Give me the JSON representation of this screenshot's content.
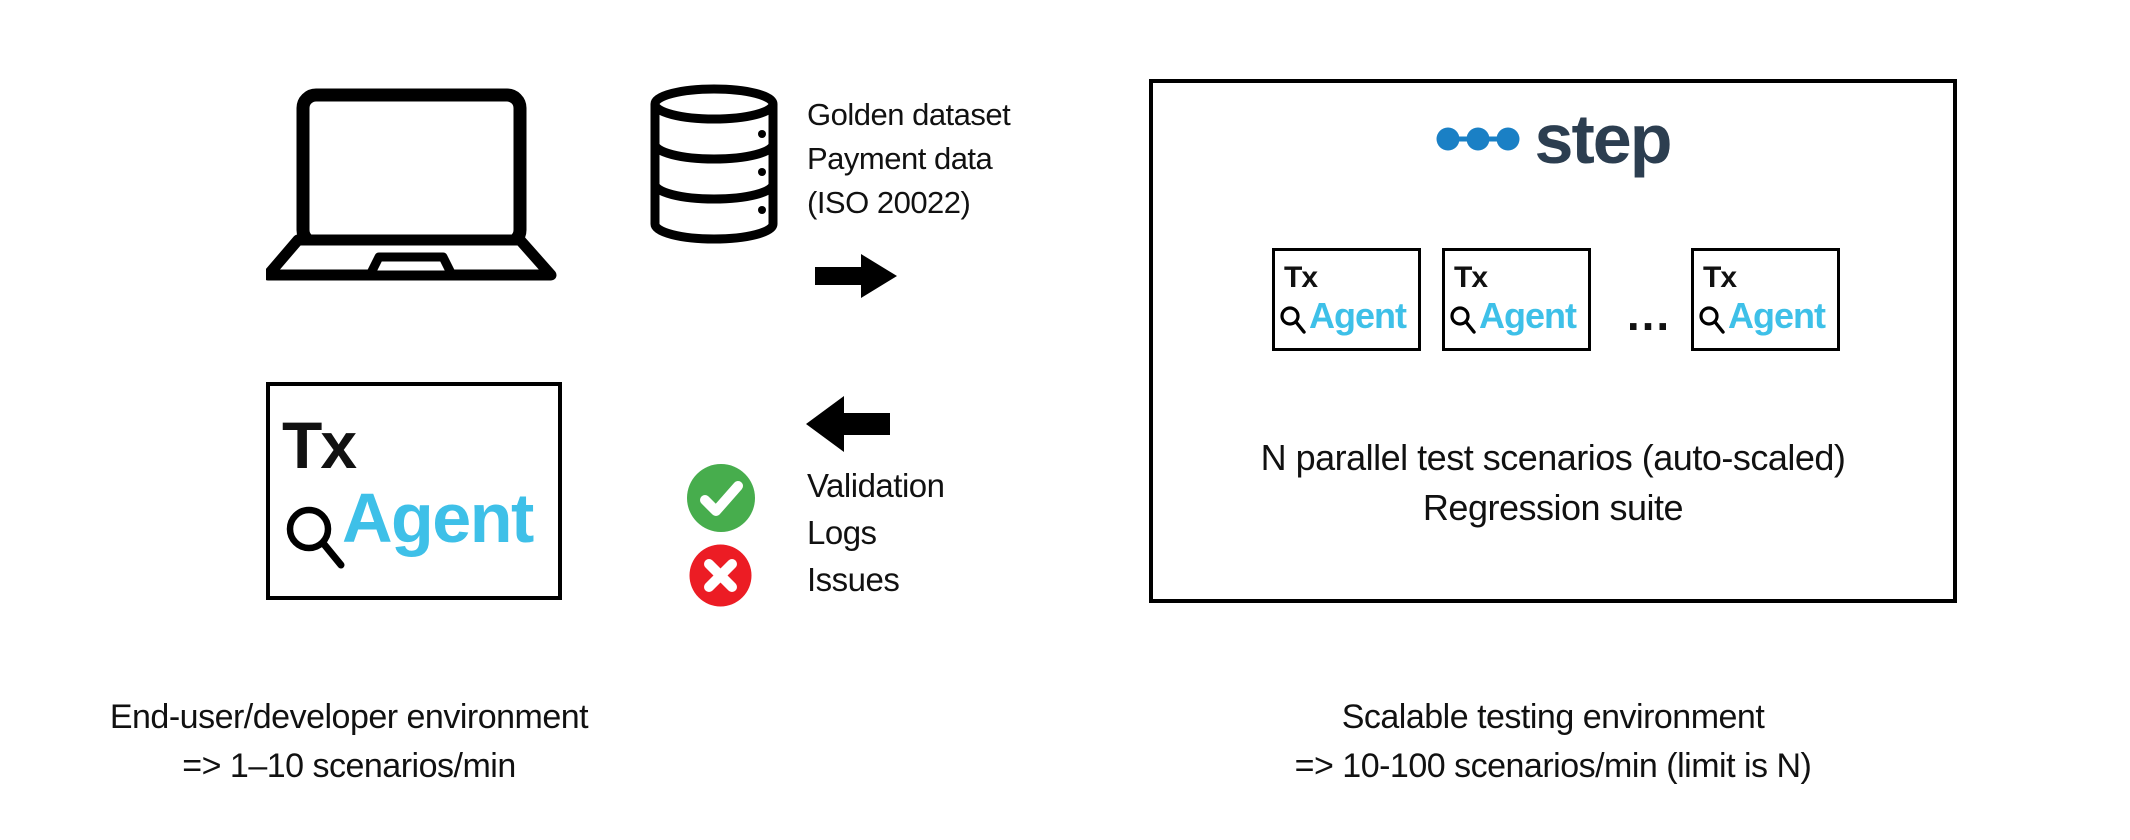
{
  "colors": {
    "agent_cyan": "#3ec0e8",
    "step_dot_blue": "#1a80c5",
    "step_text_navy": "#2c3e50",
    "success_green": "#47ad4d",
    "error_red": "#ec1c24",
    "ink_black": "#000000"
  },
  "left": {
    "dataset_label": {
      "line1": "Golden dataset",
      "line2": "Payment data",
      "line3": "(ISO 20022)"
    },
    "agent_logo": {
      "tx": "Tx",
      "agent": "Agent"
    },
    "outputs": {
      "line1": "Validation",
      "line2": "Logs",
      "line3": "Issues"
    },
    "caption": {
      "line1": "End-user/developer environment",
      "line2": "=> 1–10 scenarios/min"
    }
  },
  "right": {
    "logo": {
      "name": "step"
    },
    "agents": [
      {
        "tx": "Tx",
        "agent": "Agent"
      },
      {
        "tx": "Tx",
        "agent": "Agent"
      },
      {
        "tx": "Tx",
        "agent": "Agent"
      }
    ],
    "ellipsis": "...",
    "box_caption": {
      "line1": "N parallel test scenarios (auto-scaled)",
      "line2": "Regression suite"
    },
    "caption": {
      "line1": "Scalable testing environment",
      "line2": "=> 10-100 scenarios/min (limit is N)"
    }
  }
}
